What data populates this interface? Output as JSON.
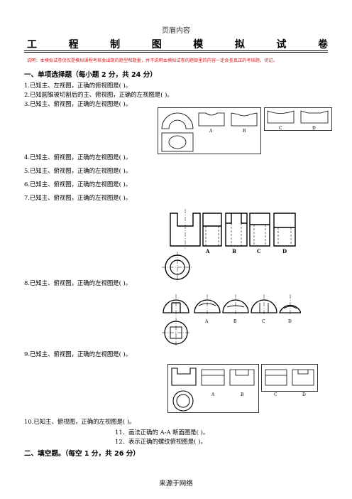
{
  "header": "页眉内容",
  "title_chars": [
    "工",
    "程",
    "制",
    "图",
    "模",
    "拟",
    "试",
    "卷"
  ],
  "note": "说明：本模拟试卷仅仅是模拟课程考核会出现的题型和题量，并不说明本模拟试卷的题目里的内容一定会查真正的考核题。切记。",
  "section1": "一、单项选择题（每小题 2 分，共 24 分）",
  "q1": "1.已知主、左视图，正确的俯视图是(    )。",
  "q2": "2.已知圆锥被切割后的主、俯视图，正确的左视图是(    )。",
  "q3": "3.已知主、俯视图，正确的左视图是(    )。",
  "q4": "4.已知主、俯视图，正确的左视图是(    )。",
  "q5": "5.已知主、俯视图，正确的左视图是(    )。",
  "q6": "6.已知主、俯视图，正确的左视图是(    )。",
  "q7": "7.已知主、俯视图，正确的左视图是(    )。",
  "q8": "8.已知主、俯视图，正确的左视图是(    )。",
  "q9": "9.已知主、俯视图，正确的左视图是(    )。",
  "q10": "10.已知主、俯视图，正确的左视图是(    )。",
  "q11": "11．画法正确的 A-A 断面图是(    )。",
  "q12": "12．表示正确的螺纹俯视图是(    )。",
  "section2": "二、填空题。（每空 1 分，共 26 分）",
  "footer": "来源于网络",
  "options": [
    "A",
    "B",
    "C",
    "D"
  ]
}
